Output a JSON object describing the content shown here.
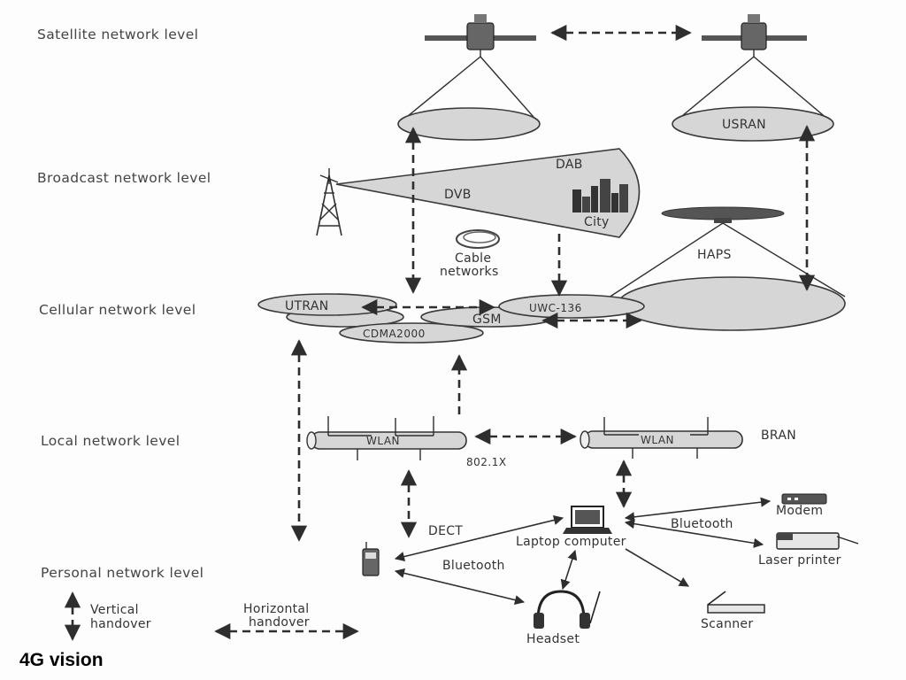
{
  "caption": "4G vision",
  "levels": {
    "satellite": "Satellite network level",
    "broadcast": "Broadcast network level",
    "cellular": "Cellular network level",
    "local": "Local network level",
    "personal": "Personal network level"
  },
  "networks": {
    "usran": "USRAN",
    "dab": "DAB",
    "dvb": "DVB",
    "city": "City",
    "haps": "HAPS",
    "cable_line1": "Cable",
    "cable_line2": "networks",
    "utran": "UTRAN",
    "gsm": "GSM",
    "uwc136": "UWC-136",
    "cdma2000": "CDMA2000",
    "wlan_left": "WLAN",
    "wlan_right": "WLAN",
    "bran": "BRAN",
    "std_8021x": "802.1X",
    "dect": "DECT"
  },
  "devices": {
    "laptop": "Laptop computer",
    "modem": "Modem",
    "laser_printer": "Laser printer",
    "scanner": "Scanner",
    "headset": "Headset",
    "bluetooth_right": "Bluetooth",
    "bluetooth_left": "Bluetooth"
  },
  "legend": {
    "vertical_line1": "Vertical",
    "vertical_line2": "handover",
    "horizontal_line1": "Horizontal",
    "horizontal_line2": "handover"
  }
}
